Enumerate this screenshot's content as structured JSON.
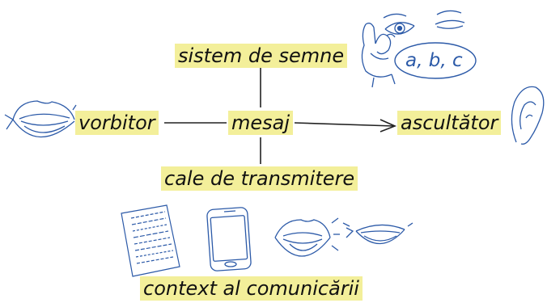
{
  "diagram": {
    "top_label": "sistem de semne",
    "left_label": "vorbitor",
    "center_label": "mesaj",
    "right_label": "ascultător",
    "middle_bottom_label": "cale de transmitere",
    "bottom_label": "context al comunicării",
    "symbol_text": "a, b, c"
  },
  "colors": {
    "highlight": "#f3ef9a",
    "sketch_ink": "#2c5aa8",
    "line": "#222222"
  },
  "icons": [
    "eyes-icon",
    "ok-hand-icon",
    "mouth-icon",
    "ear-icon",
    "paper-document-icon",
    "smartphone-icon",
    "open-mouth-icon",
    "smiling-mouth-icon"
  ]
}
